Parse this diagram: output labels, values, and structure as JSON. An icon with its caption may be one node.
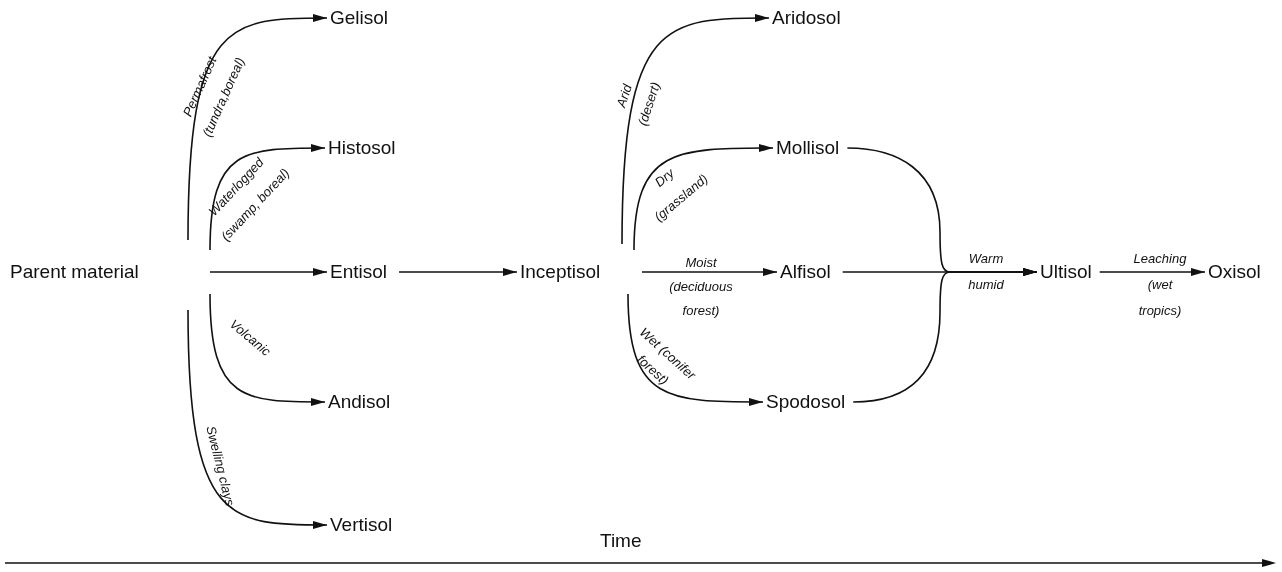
{
  "diagram": {
    "nodes": [
      {
        "text": [
          "Parent material"
        ]
      },
      {
        "text": [
          "Gelisol"
        ]
      },
      {
        "text": [
          "Histosol"
        ]
      },
      {
        "text": [
          "Entisol"
        ]
      },
      {
        "text": [
          "Andisol"
        ]
      },
      {
        "text": [
          "Vertisol"
        ]
      },
      {
        "text": [
          "Inceptisol"
        ]
      },
      {
        "text": [
          "Aridosol"
        ]
      },
      {
        "text": [
          "Mollisol"
        ]
      },
      {
        "text": [
          "Alfisol"
        ]
      },
      {
        "text": [
          "Spodosol"
        ]
      },
      {
        "text": [
          "Ultisol"
        ]
      },
      {
        "text": [
          "Oxisol"
        ]
      }
    ],
    "edges": [
      {
        "from": 0,
        "to": 1,
        "arrow": "to",
        "label": "Permafrost (tundra,boreal)"
      },
      {
        "from": 0,
        "to": 2,
        "arrow": "to",
        "label": "Waterlogged (swamp, boreal)"
      },
      {
        "from": 0,
        "to": 3,
        "arrow": "to"
      },
      {
        "from": 0,
        "to": 4,
        "arrow": "to",
        "label": "Volcanic"
      },
      {
        "from": 0,
        "to": 5,
        "arrow": "to",
        "label": "Swelling clays"
      },
      {
        "from": 3,
        "to": 6,
        "arrow": "to"
      },
      {
        "from": 6,
        "to": 7,
        "arrow": "to",
        "label": "Arid (desert)"
      },
      {
        "from": 6,
        "to": 8,
        "arrow": "to",
        "label": "Dry (grassland)"
      },
      {
        "from": 6,
        "to": 9,
        "arrow": "to",
        "label": "Moist (deciduous forest)"
      },
      {
        "from": 6,
        "to": 10,
        "arrow": "to",
        "label": "Wet (conifer forest)"
      },
      {
        "from": 8,
        "to": 11,
        "arrow": "to"
      },
      {
        "from": 9,
        "to": 11,
        "arrow": "to",
        "label": "Warm humid"
      },
      {
        "from": 10,
        "to": 11,
        "arrow": "to"
      },
      {
        "from": 11,
        "to": 12,
        "arrow": "to",
        "label": "Leaching (wet tropics)"
      }
    ],
    "labels": [
      "Time"
    ]
  }
}
